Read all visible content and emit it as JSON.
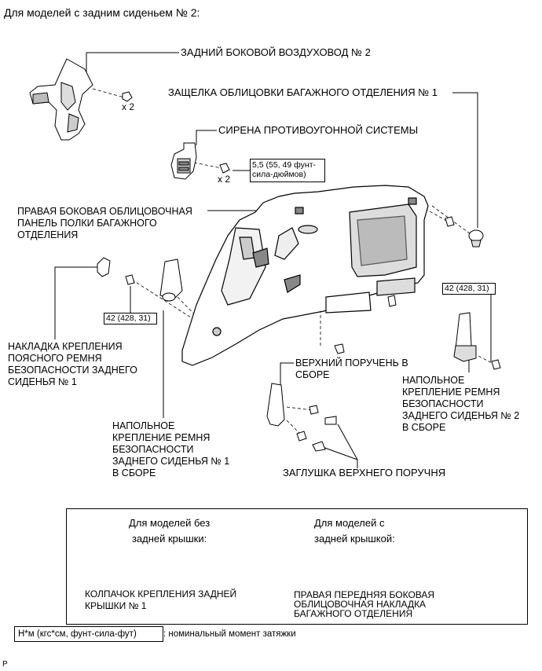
{
  "header": {
    "title": "Для моделей с задним сиденьем № 2:"
  },
  "labels": {
    "rear_side_air_duct": "ЗАДНИЙ БОКОВОЙ ВОЗДУХОВОД № 2",
    "luggage_trim_latch": "ЗАЩЕЛКА ОБЛИЦОВКИ БАГАЖНОГО ОТДЕЛЕНИЯ № 1",
    "theft_siren": "СИРЕНА ПРОТИВОУГОННОЙ СИСТЕМЫ",
    "right_side_panel": "ПРАВАЯ БОКОВАЯ ОБЛИЦОВОЧНАЯ\nПАНЕЛЬ ПОЛКИ БАГАЖНОГО\nОТДЕЛЕНИЯ",
    "lap_belt_cover": "НАКЛАДКА КРЕПЛЕНИЯ\nПОЯСНОГО РЕМНЯ\nБЕЗОПАСНОСТИ ЗАДНЕГО\nСИДЕНЬЯ № 1",
    "upper_handle": "ВЕРХНИЙ ПОРУЧЕНЬ В\nСБОРЕ",
    "floor_anchor_2": "НАПОЛЬНОЕ\nКРЕПЛЕНИЕ РЕМНЯ\nБЕЗОПАСНОСТИ\nЗАДНЕГО СИДЕНЬЯ № 2\nВ СБОРЕ",
    "floor_anchor_1": "НАПОЛЬНОЕ\nКРЕПЛЕНИЕ РЕМНЯ\nБЕЗОПАСНОСТИ\nЗАДНЕГО СИДЕНЬЯ № 1\nВ СБОРЕ",
    "handle_plug": "ЗАГЛУШКА ВЕРХНЕГО ПОРУЧНЯ"
  },
  "quantities": {
    "air_duct_clips": "x 2",
    "siren_bolts": "x 2"
  },
  "torque": {
    "siren": "5,5 (55, 49 фунт-\nсила-дюймов)",
    "belt_1": "42 (428, 31)",
    "belt_2": "42 (428, 31)"
  },
  "inset": {
    "without_door_header": "Для моделей без\nзадней крышки:",
    "with_door_header": "Для моделей с\nзадней крышкой:",
    "cap_label": "КОЛПАЧОК КРЕПЛЕНИЯ ЗАДНЕЙ\nКРЫШКИ № 1",
    "front_trim_label": "ПРАВАЯ ПЕРЕДНЯЯ БОКОВАЯ\nОБЛИЦОВОЧНАЯ НАКЛАДКА\nБАГАЖНОГО ОТДЕЛЕНИЯ"
  },
  "legend": {
    "unit_box": "Н*м (кгс*см, фунт-сила-фут)",
    "description": ": номинальный момент затяжки"
  },
  "footer": {
    "code": "P"
  }
}
